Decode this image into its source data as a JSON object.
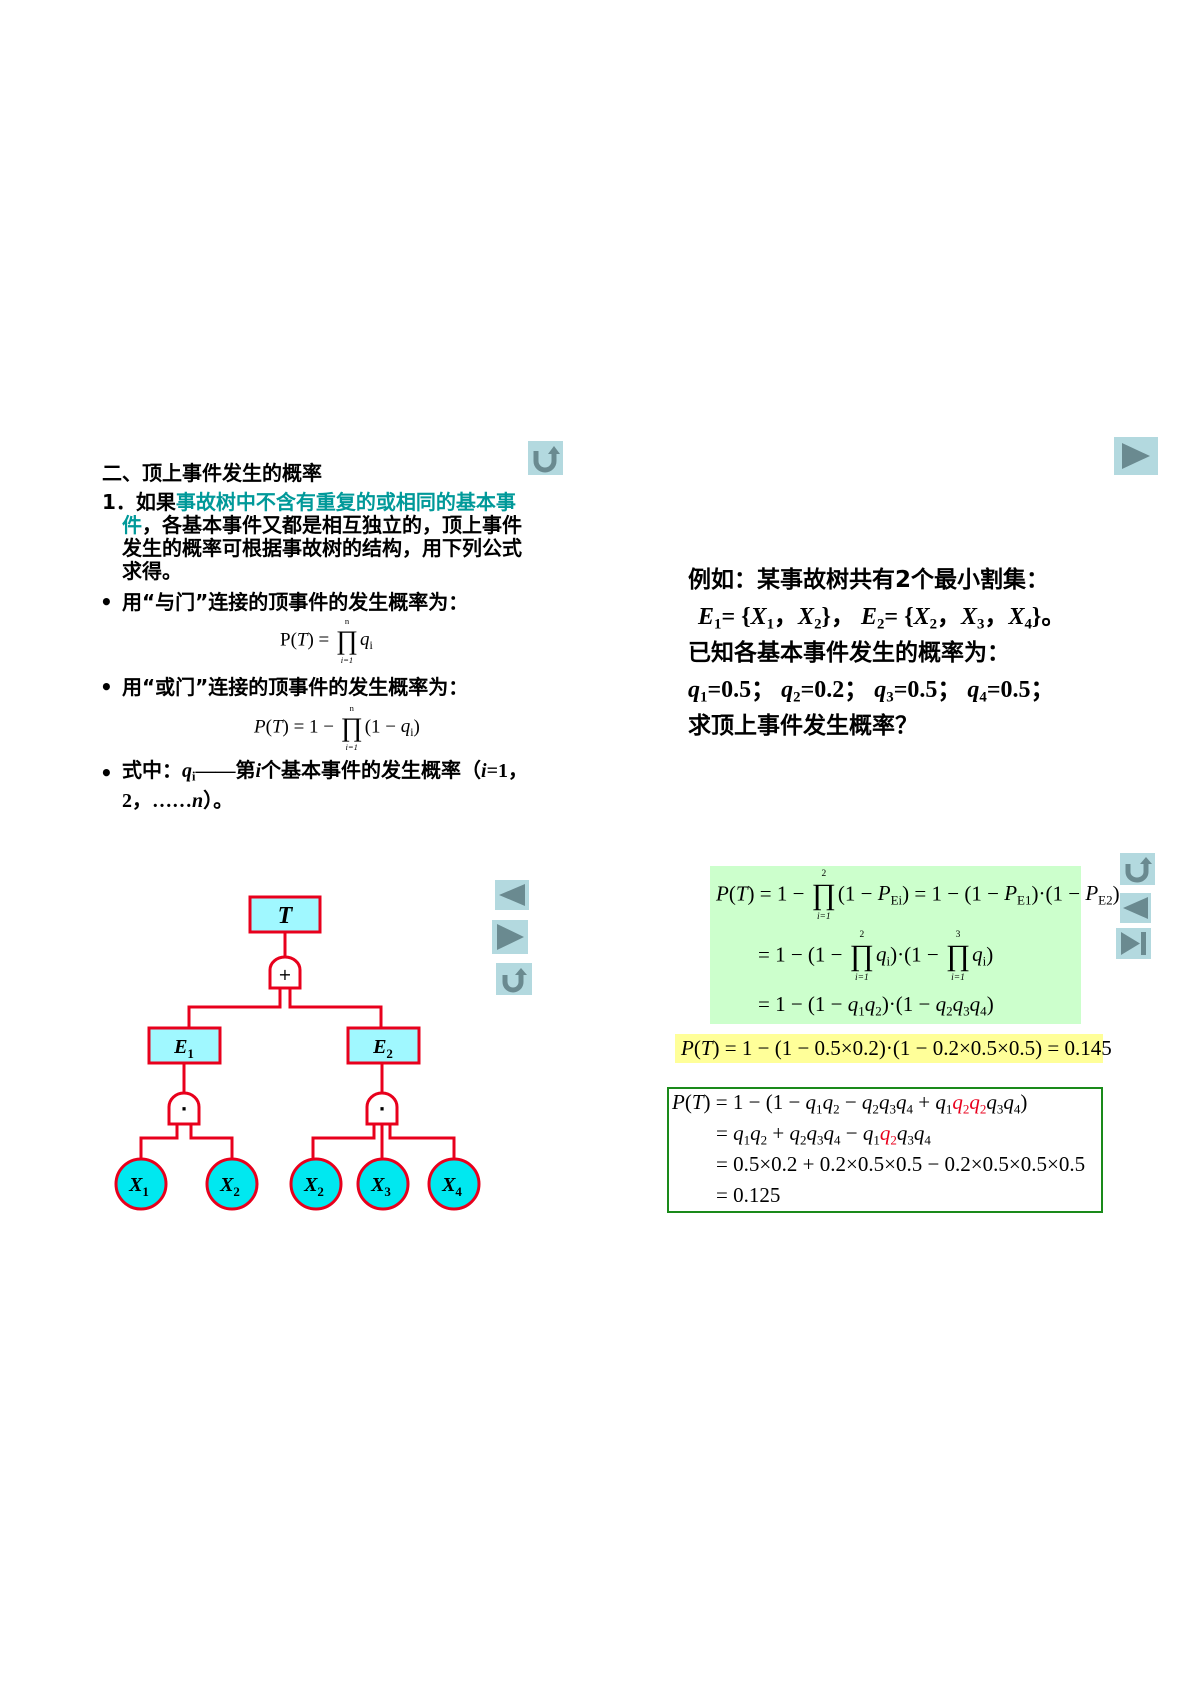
{
  "left": {
    "heading": "二、顶上事件发生的概率",
    "para1": {
      "num": "1．如果",
      "highlight": "事故树中不含有重复的或相同的基本事件",
      "hl_line1": "事故树中不含有重复的或相同的基本事",
      "hl_line2": "件",
      "rest1": "，各基本事件又都是相互独立的，顶上事件",
      "rest2": "发生的概率可根据事故树的结构，用下列公式",
      "rest3": "求得。"
    },
    "bullet_dot": "•",
    "and_gate_text": "用“与门”连接的顶事件的发生概率为：",
    "and_formula": [
      "P",
      "(",
      {
        "v": "T"
      },
      ") = ",
      {
        "prod": [
          "n",
          "i=1"
        ]
      },
      {
        "v": "q",
        "s": "i"
      }
    ],
    "or_gate_text": "用“或门”连接的顶事件的发生概率为：",
    "or_formula": [
      {
        "v": "P"
      },
      "(",
      {
        "v": "T"
      },
      ") = 1 − ",
      {
        "prod": [
          "n",
          "i=1"
        ]
      },
      "(1 − ",
      {
        "v": "q",
        "s": "i"
      },
      ")"
    ],
    "where_line1": [
      "式中：",
      {
        "v": "q",
        "s": "i"
      },
      "——第",
      {
        "v": "i"
      },
      "个基本事件的发生概率（",
      {
        "v": "i"
      },
      "=1，"
    ],
    "where_line2": [
      "2，……",
      {
        "v": "n"
      },
      "）。"
    ]
  },
  "fault_tree": {
    "top": "T",
    "or_gate_symbol": "+",
    "and_gate_symbol": "·",
    "intermediate": [
      {
        "name": "E",
        "sub": "1"
      },
      {
        "name": "E",
        "sub": "2"
      }
    ],
    "basic": [
      {
        "name": "X",
        "sub": "1"
      },
      {
        "name": "X",
        "sub": "2"
      },
      {
        "name": "X",
        "sub": "2"
      },
      {
        "name": "X",
        "sub": "3"
      },
      {
        "name": "X",
        "sub": "4"
      }
    ]
  },
  "example": {
    "line1": "例如：某事故树共有2个最小割集：",
    "line2": [
      {
        "v": "E",
        "s": "1"
      },
      "= {",
      {
        "v": "X",
        "s": "1"
      },
      "，",
      {
        "v": "X",
        "s": "2"
      },
      "}，  ",
      {
        "v": "E",
        "s": "2"
      },
      "= {",
      {
        "v": "X",
        "s": "2"
      },
      "，",
      {
        "v": "X",
        "s": "3"
      },
      "，",
      {
        "v": "X",
        "s": "4"
      },
      "}。"
    ],
    "line3": "已知各基本事件发生的概率为：",
    "line4": [
      {
        "v": "q",
        "s": "1"
      },
      "=0.5；  ",
      {
        "v": "q",
        "s": "2"
      },
      "=0.2；  ",
      {
        "v": "q",
        "s": "3"
      },
      "=0.5；  ",
      {
        "v": "q",
        "s": "4"
      },
      "=0.5；"
    ],
    "line5": "求顶上事件发生概率？"
  },
  "solution": {
    "green": [
      [
        {
          "v": "P"
        },
        "(",
        {
          "v": "T"
        },
        ") = 1 − ",
        {
          "prod": [
            "2",
            "i=1"
          ]
        },
        "(1 − ",
        {
          "v": "P",
          "s": "Ei"
        },
        ") = 1 − (1 − ",
        {
          "v": "P",
          "s": "E1"
        },
        ")·(1 − ",
        {
          "v": "P",
          "s": "E2"
        },
        ")"
      ],
      [
        "= 1 − (1 − ",
        {
          "prod": [
            "2",
            "i=1"
          ]
        },
        {
          "v": "q",
          "s": "i"
        },
        ")·(1 − ",
        {
          "prod": [
            "3",
            "i=1"
          ]
        },
        {
          "v": "q",
          "s": "i"
        },
        ")"
      ],
      [
        "= 1 − (1 − ",
        {
          "v": "q",
          "s": "1"
        },
        {
          "v": "q",
          "s": "2"
        },
        ")·(1 − ",
        {
          "v": "q",
          "s": "2"
        },
        {
          "v": "q",
          "s": "3"
        },
        {
          "v": "q",
          "s": "4"
        },
        ")"
      ]
    ],
    "yellow": [
      {
        "v": "P"
      },
      "(",
      {
        "v": "T"
      },
      ") = 1 − (1 − 0.5×0.2)·(1 − 0.2×0.5×0.5) = 0.145"
    ],
    "boxed": [
      [
        {
          "v": "P"
        },
        "(",
        {
          "v": "T"
        },
        ") = 1 − (1 − ",
        {
          "v": "q",
          "s": "1"
        },
        {
          "v": "q",
          "s": "2"
        },
        " − ",
        {
          "v": "q",
          "s": "2"
        },
        {
          "v": "q",
          "s": "3"
        },
        {
          "v": "q",
          "s": "4"
        },
        " + ",
        {
          "v": "q",
          "s": "1"
        },
        {
          "v": "q",
          "s": "2",
          "red": true
        },
        {
          "v": "q",
          "s": "2",
          "red": true
        },
        {
          "v": "q",
          "s": "3"
        },
        {
          "v": "q",
          "s": "4"
        },
        ")"
      ],
      [
        "= ",
        {
          "v": "q",
          "s": "1"
        },
        {
          "v": "q",
          "s": "2"
        },
        " + ",
        {
          "v": "q",
          "s": "2"
        },
        {
          "v": "q",
          "s": "3"
        },
        {
          "v": "q",
          "s": "4"
        },
        " − ",
        {
          "v": "q",
          "s": "1"
        },
        {
          "v": "q",
          "s": "2",
          "red": true
        },
        {
          "v": "q",
          "s": "3"
        },
        {
          "v": "q",
          "s": "4"
        }
      ],
      [
        "= 0.5×0.2 + 0.2×0.5×0.5 − 0.2×0.5×0.5×0.5"
      ],
      [
        "= 0.125"
      ]
    ]
  },
  "colors": {
    "accent_teal": "#009999",
    "tree_red": "#e8001c",
    "box_cyan": "#a0f8ff",
    "circle_cyan": "#00e8f0",
    "green_bg": "#ccffcc",
    "yellow_bg": "#ffff99",
    "box_border": "#1a8a1a",
    "nav_bg": "#b3d9df",
    "nav_glyph": "#6a8a90"
  }
}
